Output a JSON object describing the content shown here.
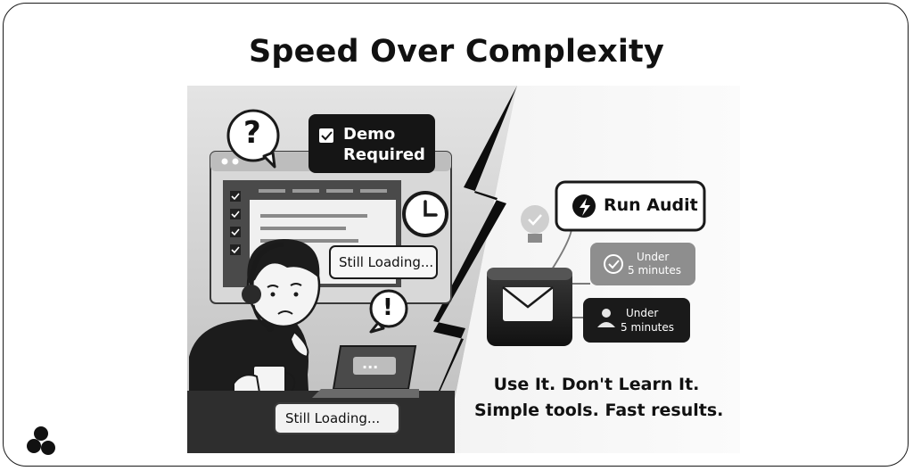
{
  "title": "Speed Over Complexity",
  "left": {
    "demo_badge": {
      "line1": "Demo",
      "line2": "Required"
    },
    "loading_1": "Still Loading...",
    "loading_2": "Still Loading...",
    "laptop_dots": "...",
    "question_mark": "?",
    "alert_mark": "!"
  },
  "right": {
    "run_audit": "Run Audit",
    "pill_1": {
      "line1": "Under",
      "line2": "5 minutes"
    },
    "pill_2": {
      "line1": "Under",
      "line2": "5 minutes"
    },
    "tagline_1": "Use It. Don't Learn It.",
    "tagline_2": "Simple tools. Fast results."
  },
  "icons": [
    "question-bubble-icon",
    "checkbox-icon",
    "clock-icon",
    "exclamation-bubble-icon",
    "headset-icon",
    "coffee-mug-icon",
    "laptop-icon",
    "lightning-bolt-icon",
    "lightbulb-icon",
    "check-circle-icon",
    "user-icon",
    "envelope-icon",
    "brand-logo-icon"
  ]
}
